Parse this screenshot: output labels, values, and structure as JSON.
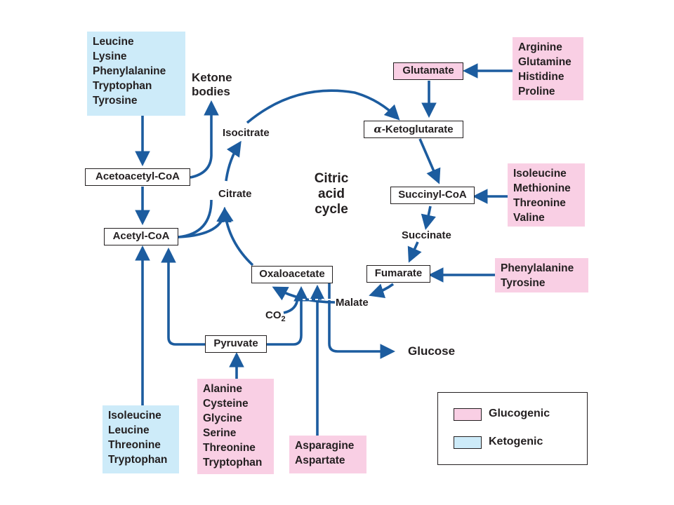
{
  "diagram": {
    "center_label": [
      "Citric",
      "acid",
      "cycle"
    ],
    "intermediates": {
      "acetoacetyl_coa": "Acetoacetyl-CoA",
      "acetyl_coa": "Acetyl-CoA",
      "glutamate": "Glutamate",
      "alpha_ketoglutarate_symbol": "α",
      "alpha_ketoglutarate_rest": "-Ketoglutarate",
      "succinyl_coa": "Succinyl-CoA",
      "fumarate": "Fumarate",
      "oxaloacetate": "Oxaloacetate",
      "pyruvate": "Pyruvate",
      "isocitrate": "Isocitrate",
      "citrate": "Citrate",
      "succinate": "Succinate",
      "malate": "Malate",
      "co2_main": "CO",
      "co2_sub": "2",
      "ketone_bodies": [
        "Ketone",
        "bodies"
      ],
      "glucose": "Glucose"
    },
    "amino_acid_groups": {
      "top_left": [
        "Leucine",
        "Lysine",
        "Phenylalanine",
        "Tryptophan",
        "Tyrosine"
      ],
      "bottom_left": [
        "Isoleucine",
        "Leucine",
        "Threonine",
        "Tryptophan"
      ],
      "pyruvate_sources": [
        "Alanine",
        "Cysteine",
        "Glycine",
        "Serine",
        "Threonine",
        "Tryptophan"
      ],
      "oxaloacetate_sources": [
        "Asparagine",
        "Aspartate"
      ],
      "glutamate_sources": [
        "Arginine",
        "Glutamine",
        "Histidine",
        "Proline"
      ],
      "succinyl_sources": [
        "Isoleucine",
        "Methionine",
        "Threonine",
        "Valine"
      ],
      "fumarate_sources": [
        "Phenylalanine",
        "Tyrosine"
      ]
    },
    "colors": {
      "glucogenic": "#f9cfe4",
      "ketogenic": "#cdebf9",
      "arrow": "#1c5c9f"
    }
  },
  "legend": {
    "glucogenic": "Glucogenic",
    "ketogenic": "Ketogenic"
  }
}
